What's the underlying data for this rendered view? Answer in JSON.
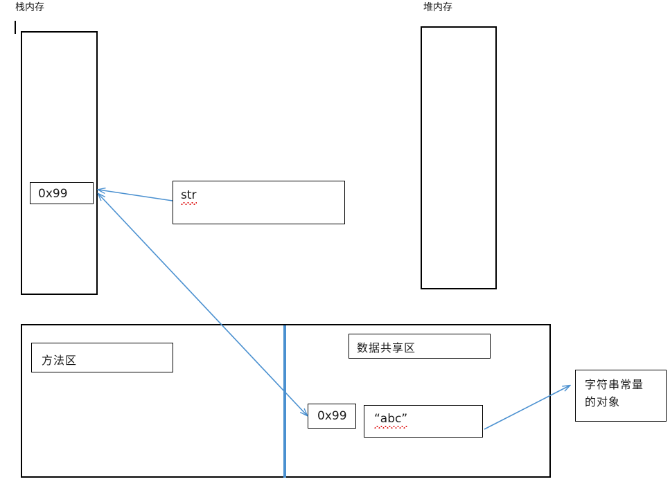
{
  "diagram": {
    "title_stack": "栈内存",
    "title_heap": "堆内存",
    "stack_value": "0x99",
    "variable_name": "str",
    "method_area": "方法区",
    "shared_data_area": "数据共享区",
    "pool_address": "0x99",
    "pool_value": "“abc”",
    "constant_object": "字符串常量\n的对象",
    "colors": {
      "box_border": "#000000",
      "arrow": "#4a90d0",
      "divider": "#4a90d0",
      "text": "#1a1a1a",
      "spellcheck_underline": "#e01b1b",
      "background": "#ffffff"
    }
  }
}
